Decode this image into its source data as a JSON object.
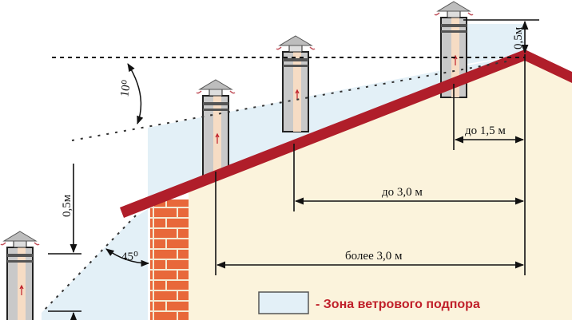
{
  "labels": {
    "angle_top": "10⁰",
    "angle_bottom": "45⁰",
    "height_left": "0,5м",
    "height_right": "0,5м",
    "dist_1": "до 1,5 м",
    "dist_2": "до 3,0 м",
    "dist_3": "более 3,0 м"
  },
  "legend": {
    "text": "- Зона ветрового подпора"
  },
  "colors": {
    "roof": "#b01e2a",
    "wall": "#fbf3dc",
    "zone": "#e3f0f7",
    "brick": "#e8683a",
    "legend_text": "#c0202a"
  }
}
